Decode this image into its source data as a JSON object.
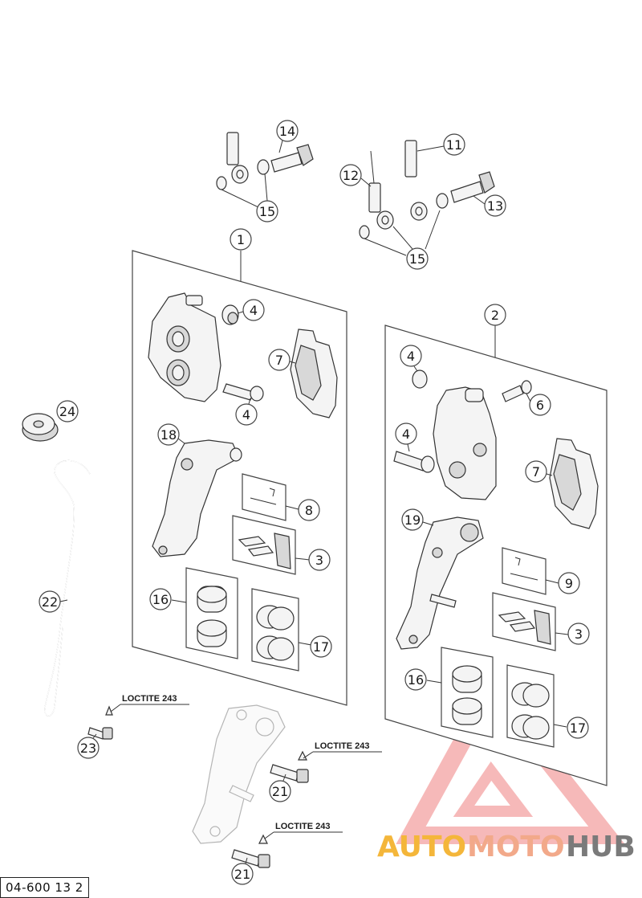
{
  "callouts": {
    "c1": "1",
    "c2": "2",
    "c3a": "3",
    "c3b": "3",
    "c4a": "4",
    "c4b": "4",
    "c4c": "4",
    "c4d": "4",
    "c6": "6",
    "c7a": "7",
    "c7b": "7",
    "c8": "8",
    "c9": "9",
    "c11": "11",
    "c12": "12",
    "c13": "13",
    "c14": "14",
    "c15a": "15",
    "c15b": "15",
    "c16a": "16",
    "c16b": "16",
    "c17a": "17",
    "c17b": "17",
    "c18": "18",
    "c19": "19",
    "c21a": "21",
    "c21b": "21",
    "c22": "22",
    "c23": "23",
    "c24": "24"
  },
  "loctite": {
    "label": "LOCTITE 243"
  },
  "drawing_code": "04-600 13 2",
  "watermark": {
    "auto": "AUTO",
    "moto": "MOTO",
    "hub": "HUB",
    "colors": {
      "auto": "#f4b63a",
      "moto": "#f2a98a",
      "hub": "#7a7a7a",
      "triangle": "#f08080"
    }
  }
}
